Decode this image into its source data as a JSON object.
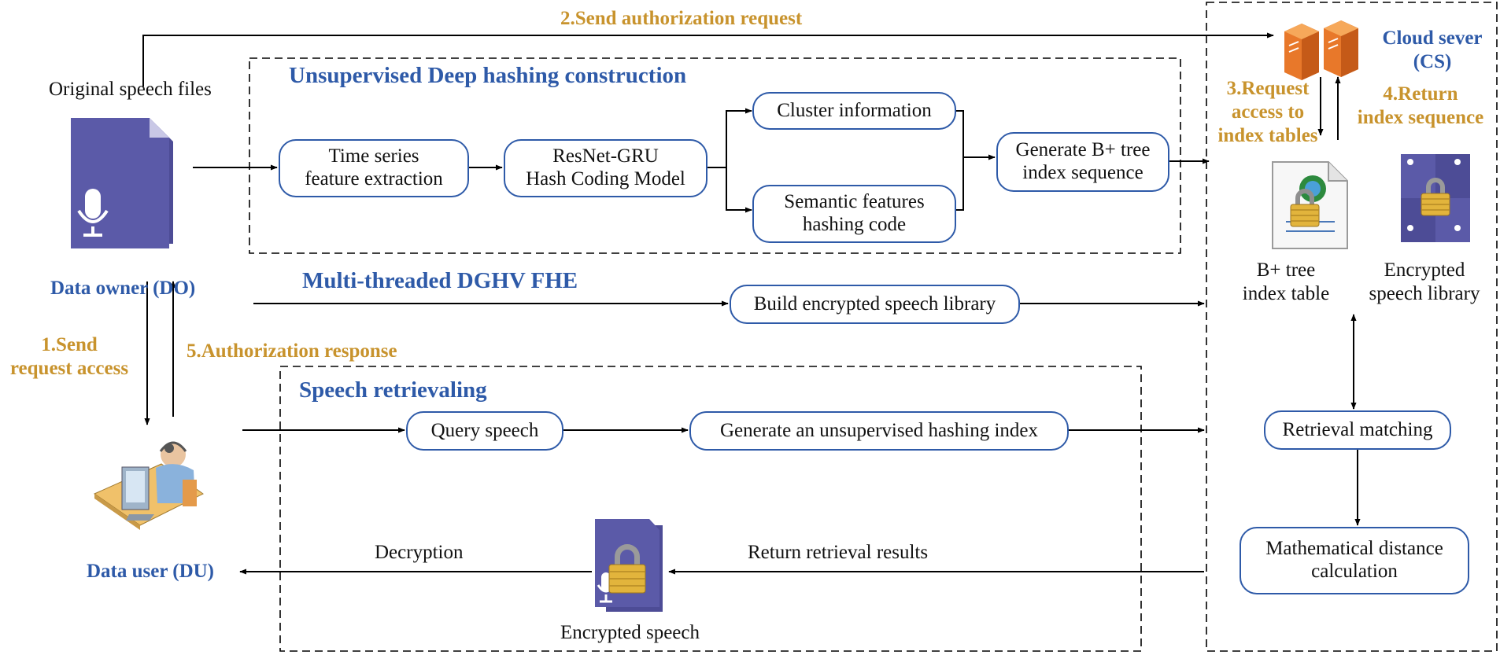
{
  "steps": {
    "s1": "1.Send\nrequest access",
    "s2": "2.Send authorization request",
    "s3": "3.Request\naccess to\nindex tables",
    "s4": "4.Return\nindex sequence",
    "s5": "5.Authorization response"
  },
  "sections": {
    "hashing": "Unsupervised Deep hashing construction",
    "fhe": "Multi-threaded DGHV FHE",
    "retrieval": "Speech retrievaling"
  },
  "actors": {
    "owner": "Data owner (DO)",
    "user": "Data user (DU)",
    "cloud": "Cloud sever\n(CS)"
  },
  "labels": {
    "original_files": "Original speech files",
    "decryption": "Decryption",
    "return_results": "Return retrieval results",
    "encrypted_speech": "Encrypted speech",
    "bplus_table": "B+ tree\nindex table",
    "encrypted_library": "Encrypted\nspeech library"
  },
  "boxes": {
    "time_series": "Time series\nfeature extraction",
    "resnet": "ResNet-GRU\nHash Coding Model",
    "cluster": "Cluster information",
    "semantic": "Semantic features\nhashing code",
    "generate_bplus": "Generate B+ tree\nindex sequence",
    "build_library": "Build encrypted speech library",
    "query": "Query speech",
    "gen_index": "Generate an unsupervised hashing index",
    "matching": "Retrieval matching",
    "distance": "Mathematical distance\ncalculation"
  },
  "colors": {
    "section_blue": "#2e5aa8",
    "step_gold": "#c8932d",
    "file_purple": "#5b5aa8"
  },
  "icons": [
    "speech-file-icon",
    "data-user-icon",
    "server-icon",
    "encrypted-speech-icon",
    "index-table-icon",
    "encrypted-library-icon"
  ]
}
